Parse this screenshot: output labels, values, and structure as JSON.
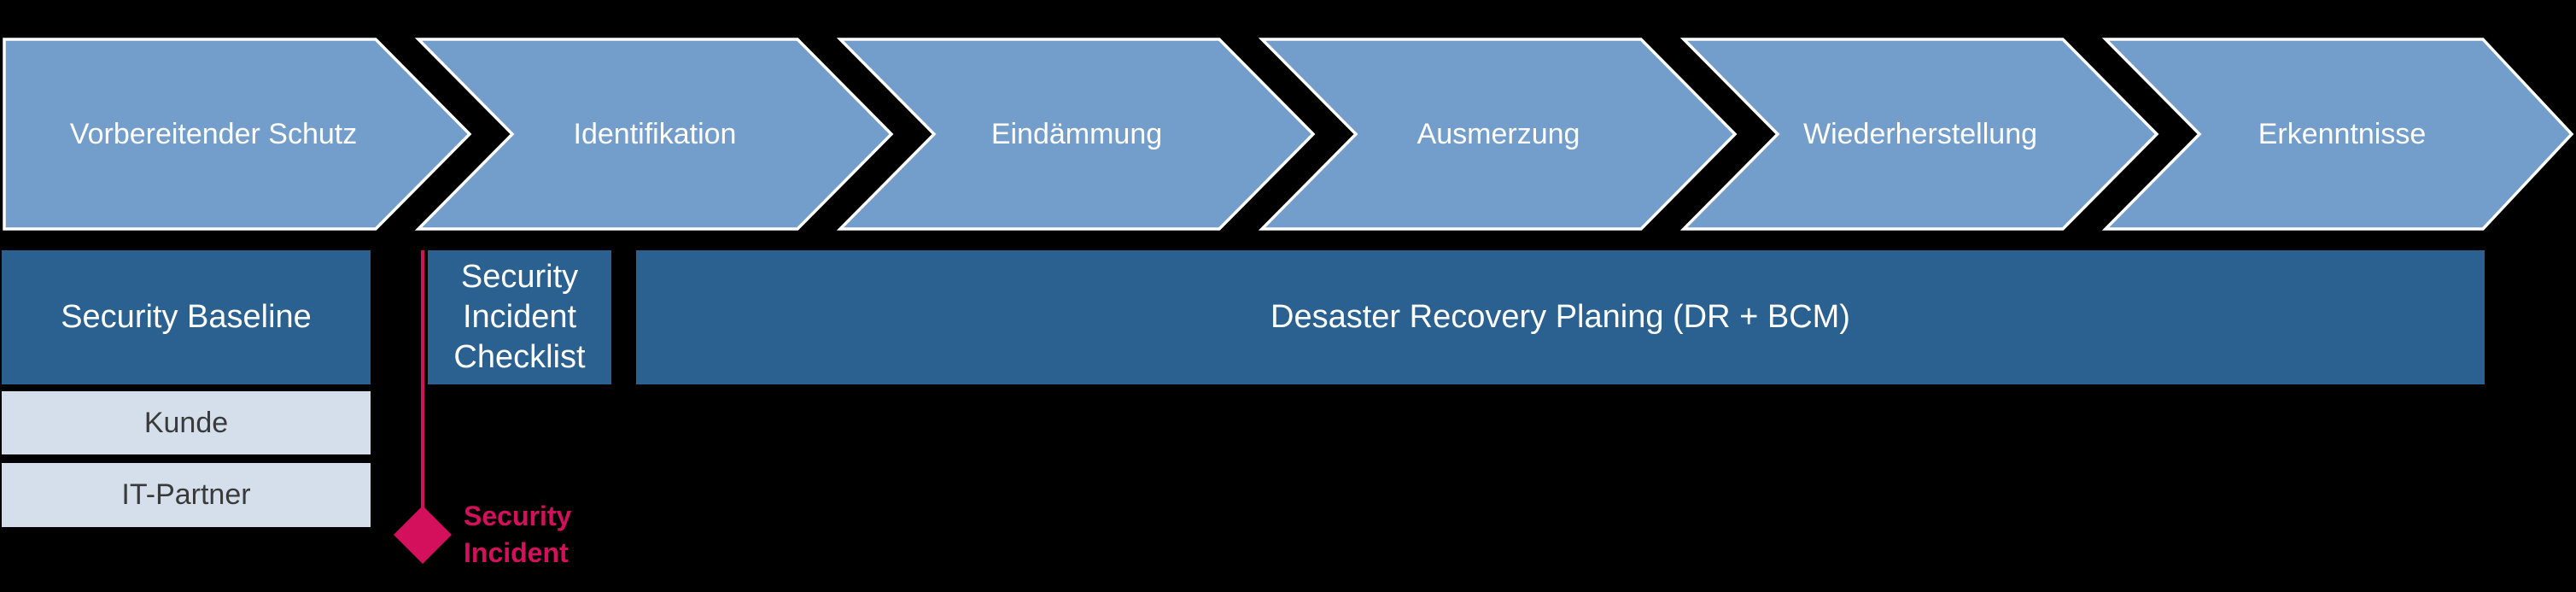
{
  "colors": {
    "background": "#000000",
    "chevron-fill": "#739dca",
    "chevron-outline": "#ffffff",
    "dark-box": "#2a6191",
    "light-box": "#d5dfeb",
    "light-box-text": "#3a3a3a",
    "white-text": "#ffffff",
    "accent-red": "#d40f5c"
  },
  "process": {
    "chevrons": [
      {
        "label": "Vorbereitender Schutz"
      },
      {
        "label": "Identifikation"
      },
      {
        "label": "Eindämmung"
      },
      {
        "label": "Ausmerzung"
      },
      {
        "label": "Wiederherstellung"
      },
      {
        "label": "Erkenntnisse"
      }
    ]
  },
  "boxes": {
    "security_baseline": {
      "label": "Security Baseline"
    },
    "kunde": {
      "label": "Kunde"
    },
    "it_partner": {
      "label": "IT-Partner"
    },
    "incident_checklist": {
      "label": "Security Incident Checklist",
      "lines": [
        "Security",
        "Incident",
        "Checklist"
      ]
    },
    "disaster_recovery": {
      "label": "Desaster Recovery Planing (DR + BCM)"
    }
  },
  "milestone": {
    "label": "Security Incident",
    "lines": [
      "Security",
      "Incident"
    ]
  }
}
